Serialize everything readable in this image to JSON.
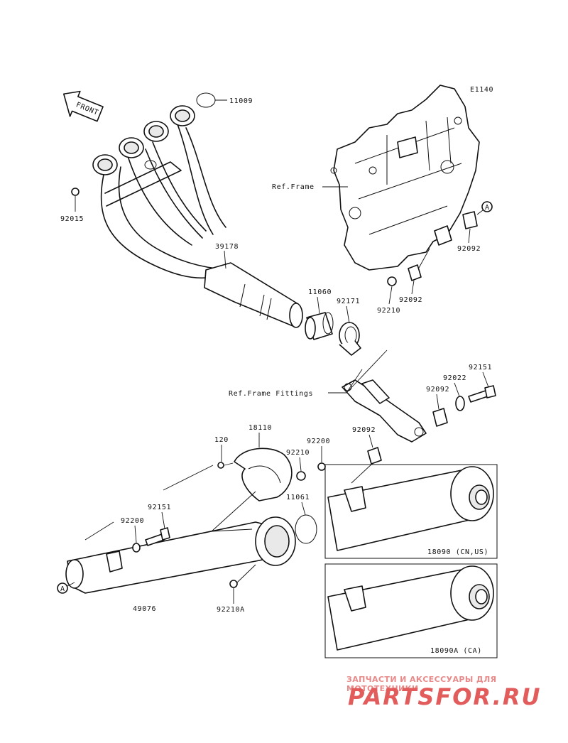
{
  "diagram_code": "E1140",
  "front_label": "FRONT",
  "ref_frame": "Ref.Frame",
  "ref_frame_fittings": "Ref.Frame Fittings",
  "parts": {
    "p11009": "11009",
    "p92015": "92015",
    "p39178": "39178",
    "p11060": "11060",
    "p92171": "92171",
    "p92092_a": "92092",
    "p92092_b": "92092",
    "p92210_a": "92210",
    "p92151_a": "92151",
    "p92022": "92022",
    "p92092_c": "92092",
    "p92092_d": "92092",
    "p18110": "18110",
    "p120": "120",
    "p92200_a": "92200",
    "p92210_b": "92210",
    "p11061": "11061",
    "p92151_b": "92151",
    "p92200_b": "92200",
    "p49076": "49076",
    "p92210A": "92210A",
    "p18090": "18090 (CN,US)",
    "p18090A": "18090A (CA)"
  },
  "callout_a": "A",
  "watermark": {
    "tagline": "ЗАПЧАСТИ И АКСЕССУАРЫ ДЛЯ МОТОТЕХНИКИ",
    "brand": "PARTSFOR.RU"
  }
}
